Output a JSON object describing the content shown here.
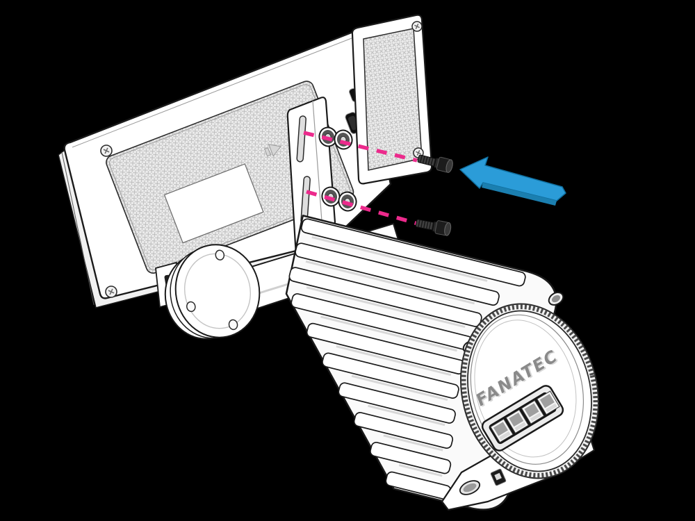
{
  "figure": {
    "background": "#000000",
    "outline_color": "#1a1a1a",
    "body_color": "#ffffff"
  },
  "branding": {
    "logo_text": "FANATEC"
  },
  "annotations": {
    "guide_color": "#EC2A8C",
    "arrow_color": "#2B9CD8",
    "arrow_side_color": "#1B7FB0"
  },
  "hardware": {
    "screws": 2,
    "washers": 4,
    "bracket_slots": 2,
    "port_cluster_slots": 4
  }
}
